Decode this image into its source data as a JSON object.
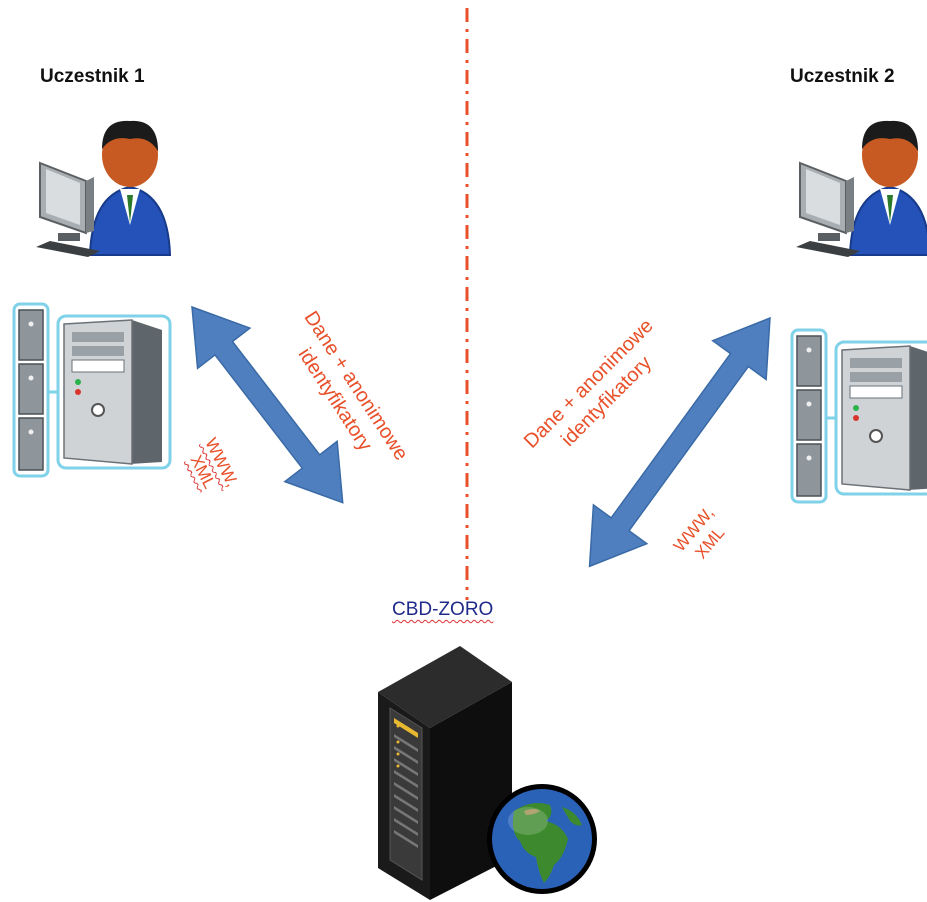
{
  "participants": {
    "left": {
      "label": "Uczestnik 1"
    },
    "right": {
      "label": "Uczestnik 2"
    }
  },
  "links": {
    "left": {
      "data_line1": "Dane + anonimowe",
      "data_line2": "identyfikatory",
      "proto_line1": "WWW,",
      "proto_line2": "XML"
    },
    "right": {
      "data_line1": "Dane + anonimowe",
      "data_line2": "identyfikatory",
      "proto_line1": "WWW,",
      "proto_line2": "XML"
    }
  },
  "server": {
    "label": "CBD-ZORO"
  },
  "colors": {
    "arrow": "#4f7fbf",
    "annotation": "#e8502a",
    "divider": "#e8502a",
    "server_label": "#1f2b8a"
  },
  "icons": [
    "user-at-computer-icon",
    "workstation-tower-icon",
    "rack-server-icon",
    "globe-icon"
  ]
}
